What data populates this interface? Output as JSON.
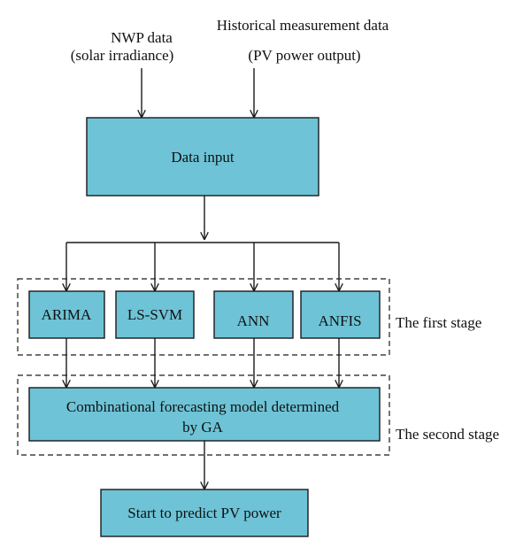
{
  "inputs": {
    "nwp_line1": "NWP data",
    "nwp_line2": "(solar irradiance)",
    "hist_line1": "Historical measurement data",
    "hist_line2": "(PV power output)"
  },
  "data_input": "Data input",
  "models": {
    "arima": "ARIMA",
    "lssvm": "LS-SVM",
    "ann": "ANN",
    "anfis": "ANFIS"
  },
  "stages": {
    "first": "The first stage",
    "second": "The second stage"
  },
  "combination": {
    "line1": "Combinational forecasting model determined",
    "line2": "by GA"
  },
  "predict": "Start to predict PV power",
  "colors": {
    "box_fill": "#6ec3d6",
    "stroke": "#1a1a1a"
  }
}
